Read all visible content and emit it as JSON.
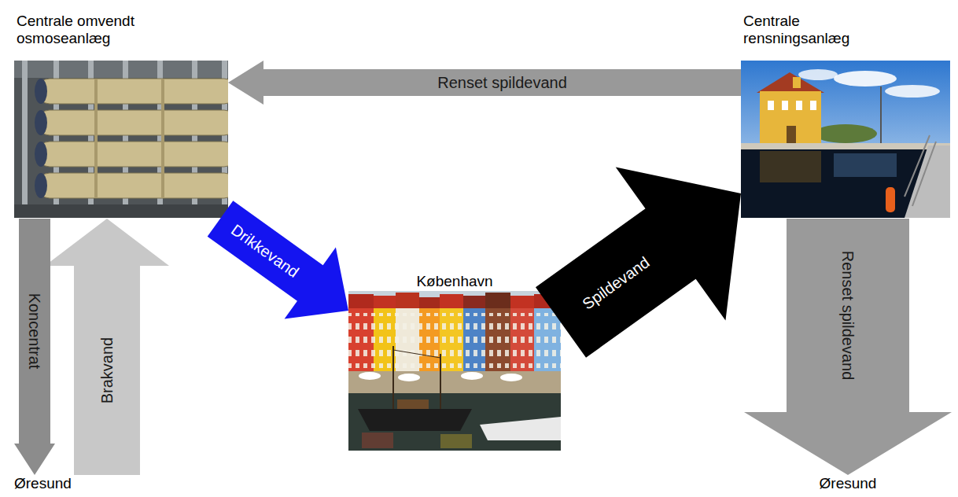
{
  "diagram": {
    "nodes": [
      {
        "text": [
          "Centrale omvendt osmoseanlæg"
        ]
      },
      {
        "text": [
          "Centrale rensningsanlæg"
        ]
      },
      {
        "text": [
          "København"
        ]
      },
      {
        "text": [
          "Øresund"
        ]
      },
      {
        "text": [
          "Øresund"
        ]
      }
    ],
    "edges": [
      {
        "from": 1,
        "to": 0,
        "arrow": "to",
        "label": "Renset spildevand"
      },
      {
        "from": 0,
        "to": 2,
        "arrow": "to",
        "label": "Drikkevand"
      },
      {
        "from": 2,
        "to": 1,
        "arrow": "to",
        "label": "Spildevand"
      },
      {
        "from": 3,
        "to": 0,
        "arrow": "to",
        "label": "Brakvand"
      },
      {
        "from": 0,
        "to": 3,
        "arrow": "to",
        "label": "Koncentrat"
      },
      {
        "from": 1,
        "to": 4,
        "arrow": "to",
        "label": "Renset spildevand"
      }
    ]
  }
}
